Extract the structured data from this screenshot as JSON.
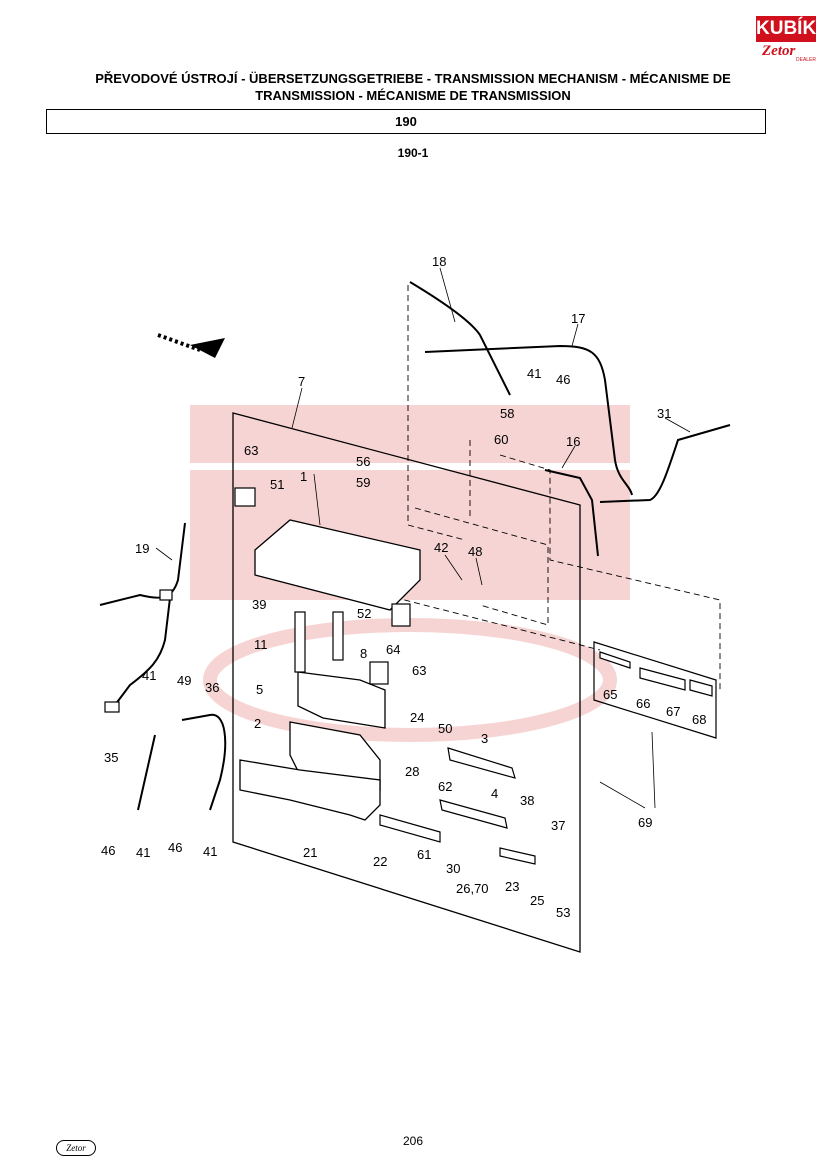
{
  "header": {
    "logo_text": "KUBÍK",
    "logo_brand": "Zetor",
    "logo_sub": "DEALER",
    "title_line1": "PŘEVODOVÉ ÚSTROJÍ - ÜBERSETZUNGSGETRIEBE - TRANSMISSION MECHANISM - MÉCANISME DE",
    "title_line2": "TRANSMISSION - MÉCANISME DE TRANSMISSION",
    "section": "190",
    "subsection": "190-1"
  },
  "diagram": {
    "part_labels": [
      "18",
      "17",
      "41",
      "46",
      "7",
      "31",
      "58",
      "60",
      "16",
      "63",
      "56",
      "1",
      "59",
      "51",
      "19",
      "42",
      "48",
      "39",
      "52",
      "64",
      "11",
      "8",
      "63",
      "65",
      "66",
      "67",
      "68",
      "41",
      "49",
      "36",
      "5",
      "24",
      "50",
      "3",
      "2",
      "28",
      "62",
      "35",
      "38",
      "4",
      "37",
      "21",
      "46",
      "41",
      "46",
      "41",
      "22",
      "61",
      "30",
      "26,70",
      "23",
      "25",
      "53",
      "69"
    ]
  },
  "footer": {
    "page_number": "206",
    "footer_logo": "Zetor"
  },
  "colors": {
    "brand_red": "#d0101c",
    "watermark": "#f7d4d4",
    "ink": "#000000"
  }
}
